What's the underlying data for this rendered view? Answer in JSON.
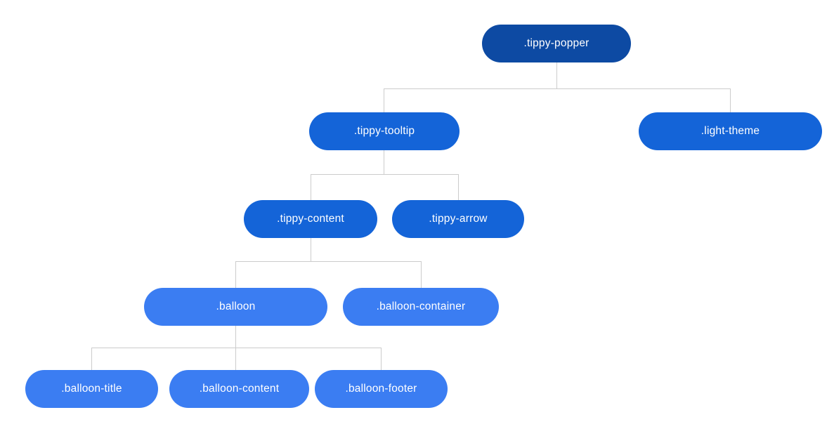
{
  "diagram": {
    "type": "tree",
    "palette": {
      "level1": "#0d4aa3",
      "level2": "#1464d8",
      "level3": "#3b7df2",
      "line": "#cccccc",
      "text": "#ffffff",
      "background": "#ffffff"
    },
    "root": {
      "label": ".tippy-popper",
      "level": 1,
      "children": [
        {
          "label": ".tippy-tooltip",
          "level": 2,
          "children": [
            {
              "label": ".tippy-content",
              "level": 3,
              "children": [
                {
                  "label": ".balloon",
                  "level": 4,
                  "children": [
                    {
                      "label": ".balloon-title",
                      "level": 5
                    },
                    {
                      "label": ".balloon-content",
                      "level": 5
                    },
                    {
                      "label": ".balloon-footer",
                      "level": 5
                    }
                  ]
                },
                {
                  "label": ".balloon-container",
                  "level": 4
                }
              ]
            },
            {
              "label": ".tippy-arrow",
              "level": 3
            }
          ]
        },
        {
          "label": ".light-theme",
          "level": 2
        }
      ]
    }
  }
}
